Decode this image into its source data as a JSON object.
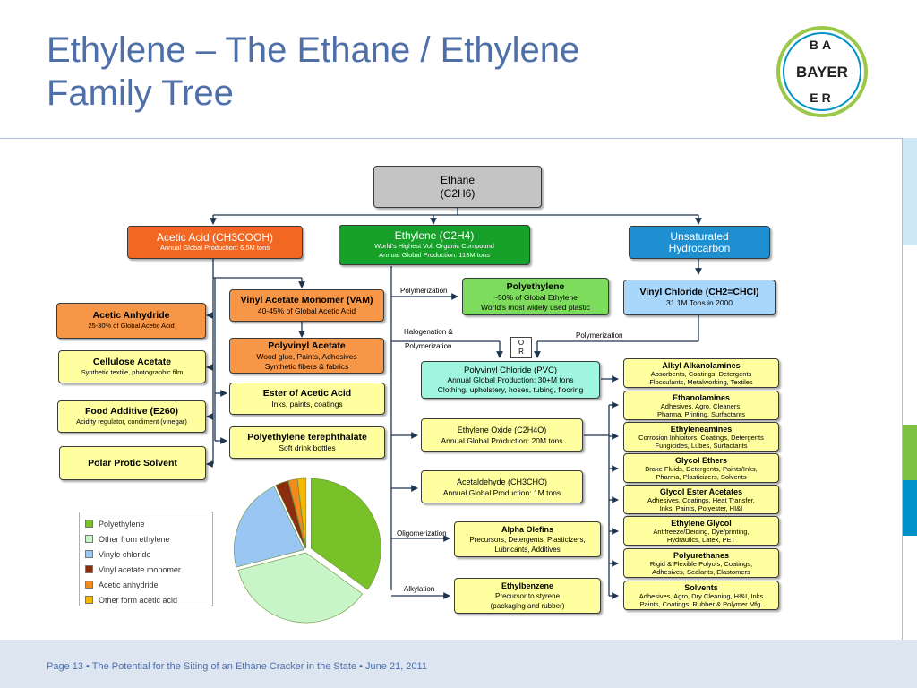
{
  "slide": {
    "title_line1": "Ethylene – The Ethane / Ethylene",
    "title_line2": "Family Tree",
    "footer": "Page 13 • The Potential for the Siting of an Ethane Cracker in the State • June 21, 2011"
  },
  "logo": {
    "top": "BA",
    "horizontal": "BAYER",
    "bottom": "ER",
    "ring_color": "#9bc84a",
    "inner_ring_color": "#0091c8"
  },
  "nodes": {
    "ethane": {
      "title": "Ethane",
      "subtitle": "(C2H6)"
    },
    "acetic_acid": {
      "title": "Acetic Acid (CH3COOH)",
      "line1": "Annual Global Production: 6.5M tons"
    },
    "ethylene": {
      "title": "Ethylene (C2H4)",
      "line1": "World's Highest Vol. Organic Compound",
      "line2": "Annual Global Production: 113M tons"
    },
    "unsaturated": {
      "title": "Unsaturated",
      "subtitle": "Hydrocarbon"
    },
    "acetic_anhydride": {
      "title": "Acetic Anhydride",
      "line1": "25-30% of Global Acetic Acid"
    },
    "cellulose_acetate": {
      "title": "Cellulose Acetate",
      "line1": "Synthetic textile, photographic film"
    },
    "food_additive": {
      "title": "Food Additive (E260)",
      "line1": "Acidity regulator, condiment (vinegar)"
    },
    "polar_protic": {
      "title": "Polar Protic Solvent"
    },
    "vam": {
      "title": "Vinyl Acetate Monomer (VAM)",
      "line1": "40-45% of Global Acetic Acid"
    },
    "polyvinyl_acetate": {
      "title": "Polyvinyl Acetate",
      "line1": "Wood glue, Paints, Adhesives",
      "line2": "Synthetic fibers & fabrics"
    },
    "ester": {
      "title": "Ester of Acetic Acid",
      "line1": "Inks, paints, coatings"
    },
    "pet": {
      "title": "Polyethylene terephthalate",
      "line1": "Soft drink bottles"
    },
    "polyethylene": {
      "title": "Polyethylene",
      "line1": "~50% of Global Ethylene",
      "line2": "World's most widely used plastic"
    },
    "vinyl_chloride": {
      "title": "Vinyl Chloride (CH2=CHCl)",
      "line1": "31.1M Tons in 2000"
    },
    "pvc": {
      "title": "Polyvinyl Chloride (PVC)",
      "line1": "Annual Global Production: 30+M tons",
      "line2": "Clothing, upholstery, hoses, tubing, flooring"
    },
    "ethylene_oxide": {
      "title": "Ethylene Oxide (C2H4O)",
      "line1": "Annual Global Production: 20M tons"
    },
    "acetaldehyde": {
      "title": "Acetaldehyde (CH3CHO)",
      "line1": "Annual Global Production: 1M tons"
    },
    "alpha_olefins": {
      "title": "Alpha Olefins",
      "line1": "Precursors, Detergents, Plasticizers,",
      "line2": "Lubricants, Additives"
    },
    "ethylbenzene": {
      "title": "Ethylbenzene",
      "line1": "Precursor to styrene",
      "line2": "(packaging and rubber)"
    },
    "alkyl": {
      "title": "Alkyl Alkanolamines",
      "line1": "Absorbents, Coatings, Detergents",
      "line2": "Flocculants, Metalworking, Textiles"
    },
    "ethanolamines": {
      "title": "Ethanolamines",
      "line1": "Adhesives, Agro, Cleaners,",
      "line2": "Pharma, Printing, Surfactants"
    },
    "ethyleneamines": {
      "title": "Ethyleneamines",
      "line1": "Corrosion Inhibitors, Coatings, Detergents",
      "line2": "Fungicides, Lubes, Surfactants"
    },
    "glycol_ethers": {
      "title": "Glycol Ethers",
      "line1": "Brake Fluids, Detergents, Paints/Inks,",
      "line2": "Pharma, Plasticizers, Solvents"
    },
    "glycol_ester": {
      "title": "Glycol Ester Acetates",
      "line1": "Adhesives, Coatings, Heat Transfer,",
      "line2": "Inks, Paints, Polyester, HI&I"
    },
    "ethylene_glycol": {
      "title": "Ethylene Glycol",
      "line1": "Antifreeze/Deicing, Dye/printing,",
      "line2": "Hydraulics, Latex, PET"
    },
    "polyurethanes": {
      "title": "Polyurethanes",
      "line1": "Rigid & Flexible Polyols, Coatings,",
      "line2": "Adhesives, Sealants, Elastomers"
    },
    "solvents": {
      "title": "Solvents",
      "line1": "Adhesives, Agro, Dry Cleaning, HI&I, Inks",
      "line2": "Paints, Coatings, Rubber & Polymer Mfg."
    }
  },
  "edge_labels": {
    "polymerization1": "Polymerization",
    "halogenation": "Halogenation &",
    "polymerization2": "Polymerization",
    "polymerization3": "Polymerization",
    "oligomerization": "Oligomerization",
    "alkylation": "Alkylation",
    "or_top": "O",
    "or_bottom": "R"
  },
  "chart_data": {
    "type": "pie",
    "categories": [
      "Polyethylene",
      "Other from ethylene",
      "Vinyle chloride",
      "Vinyl acetate monomer",
      "Acetic anhydride",
      "Other form acetic acid"
    ],
    "values": [
      35,
      36,
      22,
      3,
      2,
      2
    ],
    "colors": [
      "#79c128",
      "#c8f5c8",
      "#99c6f2",
      "#8b2e0f",
      "#f28a1e",
      "#f6b800"
    ],
    "legend_position": "left",
    "exploded": true
  }
}
